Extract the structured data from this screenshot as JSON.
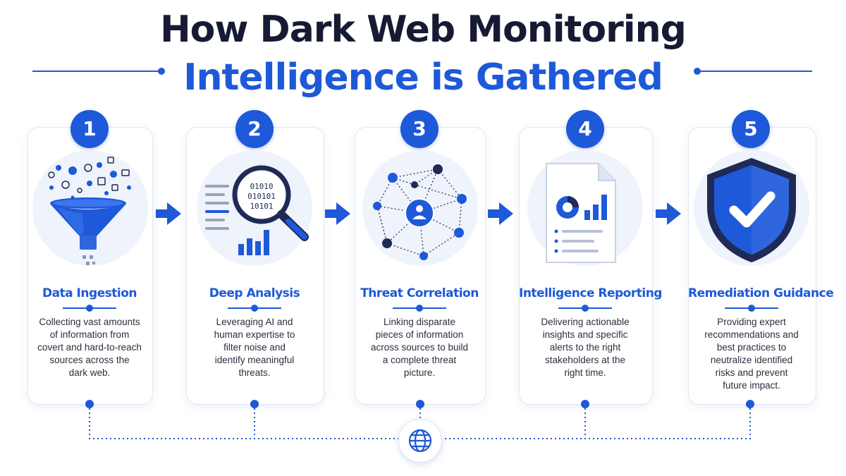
{
  "title": {
    "line1": "How Dark Web Monitoring",
    "line2": "Intelligence is Gathered"
  },
  "colors": {
    "primary": "#1d59d8",
    "dark": "#161a33",
    "light_circle": "#eef3fc",
    "navy": "#1f2a55"
  },
  "steps": [
    {
      "number": "1",
      "title": "Data Ingestion",
      "description": [
        "Collecting vast amounts",
        "of information from",
        "covert and hard-to-reach",
        "sources across the",
        "dark web."
      ],
      "icon": "funnel-icon"
    },
    {
      "number": "2",
      "title": "Deep Analysis",
      "description": [
        "Leveraging AI and",
        "human expertise to",
        "filter noise and",
        "identify meaningful",
        "threats."
      ],
      "icon": "magnifier-binary-icon",
      "binary": [
        "01010",
        "010101",
        "10101"
      ]
    },
    {
      "number": "3",
      "title": "Threat Correlation",
      "description": [
        "Linking disparate",
        "pieces of information",
        "across sources to build",
        "a complete threat",
        "picture."
      ],
      "icon": "network-graph-icon"
    },
    {
      "number": "4",
      "title": "Intelligence Reporting",
      "description": [
        "Delivering actionable",
        "insights and specific",
        "alerts to the right",
        "stakeholders at the",
        "right time."
      ],
      "icon": "report-document-icon"
    },
    {
      "number": "5",
      "title": "Remediation Guidance",
      "description": [
        "Providing expert",
        "recommendations and",
        "best practices to",
        "neutralize identified",
        "risks and prevent",
        "future impact."
      ],
      "icon": "shield-check-icon"
    }
  ],
  "connector_icon": "globe-icon"
}
